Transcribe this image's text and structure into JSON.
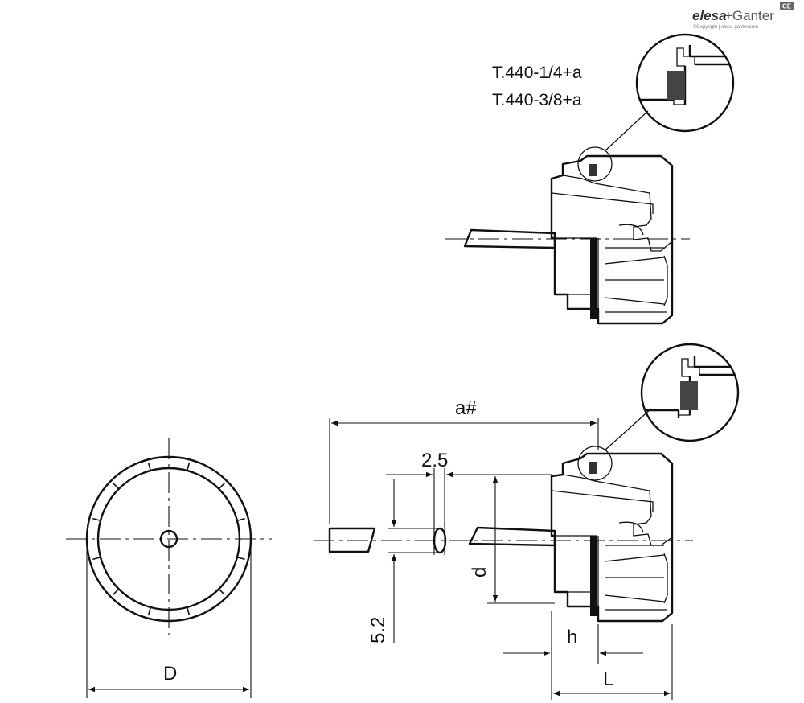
{
  "brand": {
    "name_part1": "elesa",
    "name_part2": "+Ganter",
    "copyright": "©Copyright | elesa-ganter.com",
    "mark": "CE",
    "color_dark": "#333333",
    "color_mid": "#777777"
  },
  "callouts": {
    "variant_1": "T.440-1/4+a",
    "variant_2": "T.440-3/8+a"
  },
  "dimensions": {
    "a": "a#",
    "slot_width": "2.5",
    "slot_length": "5.2",
    "d": "d",
    "h": "h",
    "L": "L",
    "D": "D"
  },
  "colors": {
    "line": "#111111",
    "seal": "#333333"
  }
}
